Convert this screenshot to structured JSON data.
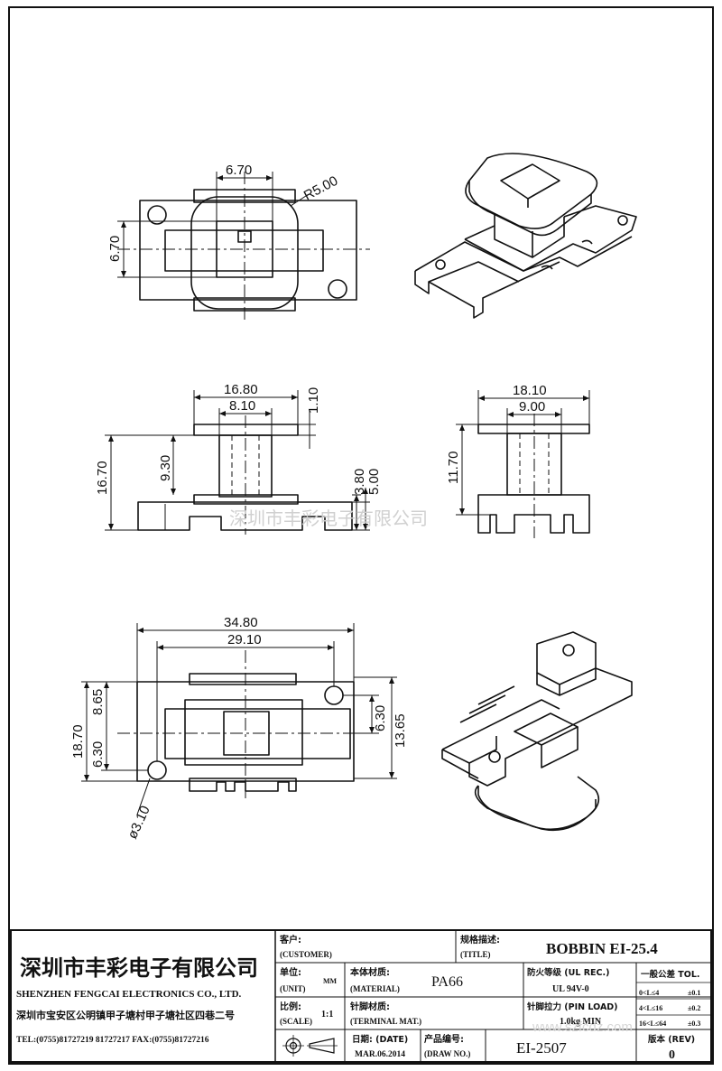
{
  "watermark": "深圳市丰彩电子有限公司",
  "website_watermark": "www.szfcdz.com",
  "views": {
    "top": {
      "dim_width": "6.70",
      "dim_height": "6.70",
      "dim_radius": "R5.00"
    },
    "front": {
      "dim_flange": "16.80",
      "dim_core": "8.10",
      "dim_flange_thick": "1.10",
      "dim_total_height": "16.70",
      "dim_winding_height": "9.30",
      "dim_base_step": "3.80",
      "dim_base_height": "5.00"
    },
    "side": {
      "dim_flange": "18.10",
      "dim_core": "9.00",
      "dim_height": "11.70"
    },
    "bottom": {
      "dim_length": "34.80",
      "dim_hole_pitch": "29.10",
      "dim_width": "18.70",
      "dim_half_a": "8.65",
      "dim_half_b": "6.30",
      "dim_hole_offset": "6.30",
      "dim_inner": "13.65",
      "dim_hole_dia": "ø3.10"
    }
  },
  "title_block": {
    "company_cn": "深圳市丰彩电子有限公司",
    "company_en": "SHENZHEN FENGCAI ELECTRONICS CO., LTD.",
    "address": "深圳市宝安区公明镇甲子塘村甲子塘社区四巷二号",
    "contact": "TEL:(0755)81727219  81727217   FAX:(0755)81727216",
    "customer_label_cn": "客户:",
    "customer_label_en": "(CUSTOMER)",
    "title_label_cn": "规格描述:",
    "title_label_en": "(TITLE)",
    "title_value": "BOBBIN EI-25.4",
    "unit_label_cn": "单位:",
    "unit_label_en": "(UNIT)",
    "unit_value": "MM",
    "material_label_cn": "本体材质:",
    "material_label_en": "(MATERIAL)",
    "material_value": "PA66",
    "fire_label": "防火等级 (UL REC.)",
    "fire_value": "UL 94V-0",
    "tol_label": "一般公差 TOL.",
    "tol_rows": [
      {
        "range": "0<L≤4",
        "value": "±0.1"
      },
      {
        "range": "4<L≤16",
        "value": "±0.2"
      },
      {
        "range": "16<L≤64",
        "value": "±0.3"
      }
    ],
    "scale_label_cn": "比例:",
    "scale_label_en": "(SCALE)",
    "scale_value": "1:1",
    "terminal_label_cn": "针脚材质:",
    "terminal_label_en": "(TERMINAL MAT.)",
    "pin_load_label": "针脚拉力 (PIN LOAD)",
    "pin_load_value": "1.0kg MIN",
    "date_label": "日期: (DATE)",
    "date_value": "MAR.06.2014",
    "draw_no_label_cn": "产品编号:",
    "draw_no_label_en": "(DRAW NO.)",
    "draw_no_value": "EI-2507",
    "rev_label": "版本 (REV)",
    "rev_value": "0"
  }
}
